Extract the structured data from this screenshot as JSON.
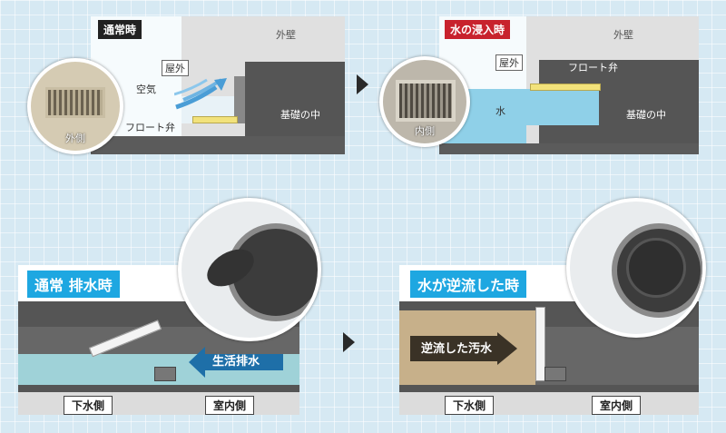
{
  "panel_normal": {
    "tag": "通常時",
    "outer_wall": "外壁",
    "outside": "屋外",
    "air": "空気",
    "float_valve": "フロート弁",
    "foundation": "基礎の中",
    "photo_caption": "外側"
  },
  "panel_flood": {
    "tag": "水の浸入時",
    "outer_wall": "外壁",
    "outside": "屋外",
    "float_valve": "フロート弁",
    "water": "水",
    "foundation": "基礎の中",
    "photo_caption": "内側"
  },
  "panel_drain": {
    "tag": "通常 排水時",
    "flow_label": "生活排水",
    "sewer_side": "下水側",
    "indoor_side": "室内側"
  },
  "panel_backflow": {
    "tag": "水が逆流した時",
    "flow_label": "逆流した汚水",
    "sewer_side": "下水側",
    "indoor_side": "室内側"
  },
  "colors": {
    "background": "#d6e9f3",
    "wall_grey": "#e0e0e0",
    "foundation_dark": "#555555",
    "water_teal": "#9fd2d8",
    "water_blue": "#8fd0e8",
    "sewage_tan": "#c7b08a",
    "valve_yellow": "#f2e27b",
    "tag_red": "#c8222d",
    "tag_blue": "#1ea7e1",
    "flow_arrow_blue": "#1e6fa8",
    "flow_arrow_dark": "#3a3226"
  }
}
